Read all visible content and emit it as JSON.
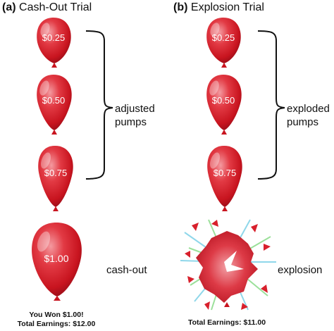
{
  "panel_a": {
    "letter": "(a)",
    "title": "Cash-Out Trial",
    "balloons": [
      "$0.25",
      "$0.50",
      "$0.75",
      "$1.00"
    ],
    "bracket_label_line1": "adjusted",
    "bracket_label_line2": "pumps",
    "end_label": "cash-out",
    "footer_line1": "You Won $1.00!",
    "footer_line2": "Total Earnings: $12.00"
  },
  "panel_b": {
    "letter": "(b)",
    "title": "Explosion Trial",
    "balloons": [
      "$0.25",
      "$0.50",
      "$0.75"
    ],
    "bracket_label_line1": "exploded",
    "bracket_label_line2": "pumps",
    "end_label": "explosion",
    "footer_line1": "Total Earnings: $11.00"
  },
  "colors": {
    "balloon": "#d8202c",
    "balloon_dark": "#9c0f1a",
    "balloon_light": "#f49aa0"
  }
}
